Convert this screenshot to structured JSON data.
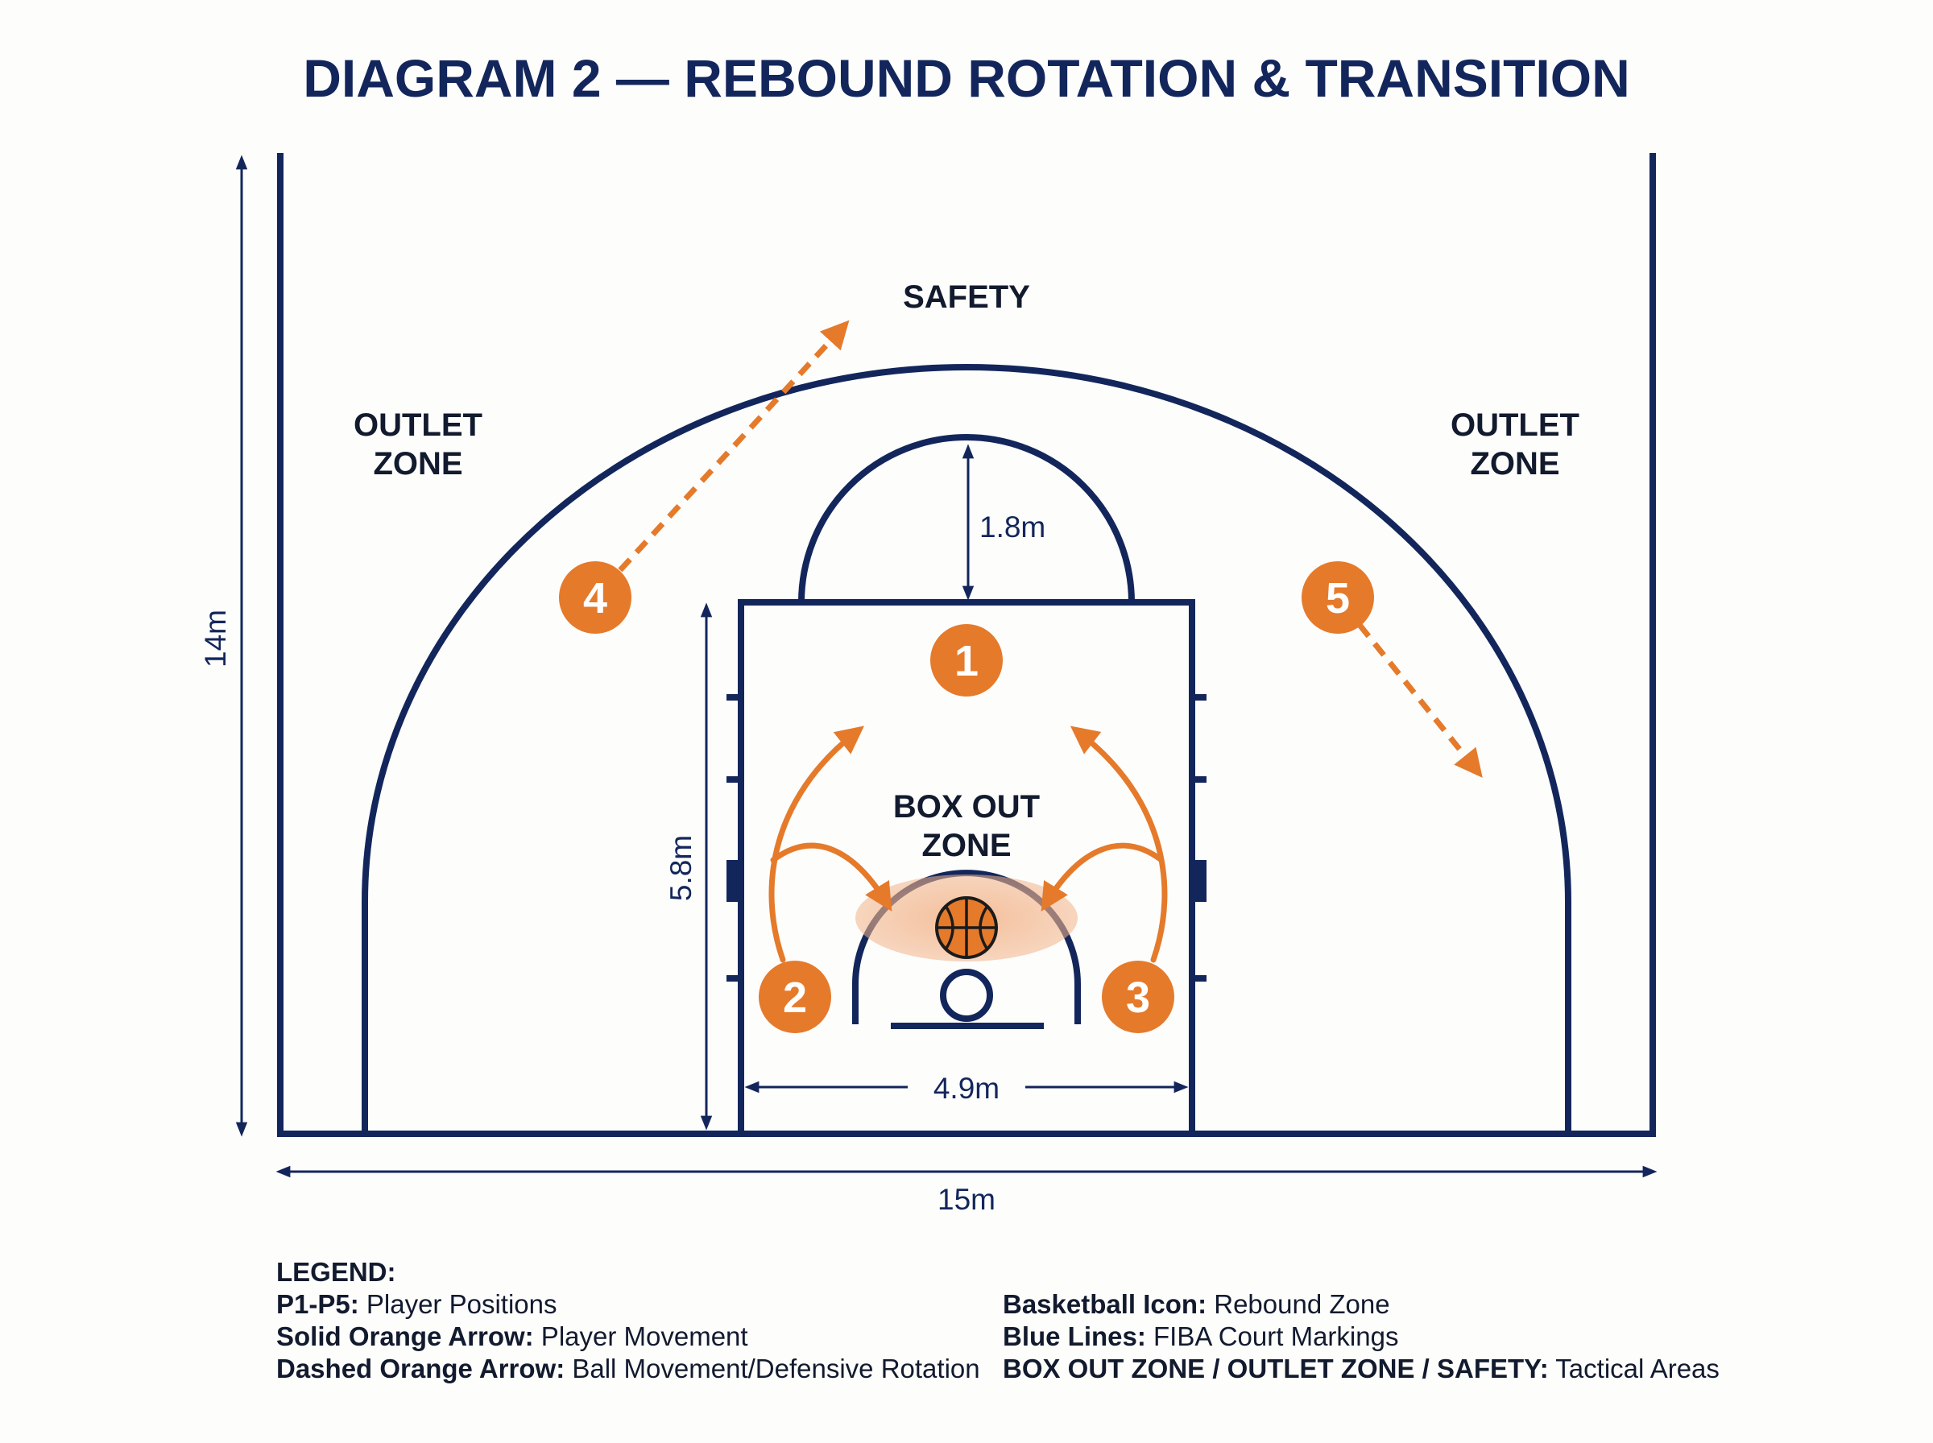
{
  "title": "DIAGRAM 2 — REBOUND ROTATION & TRANSITION",
  "colors": {
    "court_line": "#13265c",
    "accent_orange": "#e57a2b",
    "box_out_glow": "#f2b48a",
    "label_text": "#121a2e",
    "background": "#fdfdfc"
  },
  "zones": {
    "safety": "SAFETY",
    "outlet_left": [
      "OUTLET",
      "ZONE"
    ],
    "outlet_right": [
      "OUTLET",
      "ZONE"
    ],
    "box_out": [
      "BOX OUT",
      "ZONE"
    ]
  },
  "dimensions": {
    "height": "14m",
    "width": "15m",
    "lane_length": "5.8m",
    "lane_width": "4.9m",
    "circle_radius": "1.8m"
  },
  "players": [
    {
      "id": "p1",
      "label": "1"
    },
    {
      "id": "p2",
      "label": "2"
    },
    {
      "id": "p3",
      "label": "3"
    },
    {
      "id": "p4",
      "label": "4"
    },
    {
      "id": "p5",
      "label": "5"
    }
  ],
  "icons": {
    "ball": "basketball-icon",
    "rim": "hoop-rim-icon"
  },
  "legend": {
    "heading": "LEGEND:",
    "left": [
      {
        "term": "P1-P5:",
        "desc": " Player Positions"
      },
      {
        "term": "Solid Orange Arrow:",
        "desc": " Player Movement"
      },
      {
        "term": "Dashed Orange Arrow:",
        "desc": " Ball Movement/Defensive Rotation"
      }
    ],
    "right": [
      {
        "term": "Basketball Icon:",
        "desc": " Rebound Zone"
      },
      {
        "term": "Blue Lines:",
        "desc": " FIBA Court Markings"
      },
      {
        "term": "BOX OUT ZONE / OUTLET ZONE / SAFETY:",
        "desc": " Tactical Areas"
      }
    ]
  }
}
